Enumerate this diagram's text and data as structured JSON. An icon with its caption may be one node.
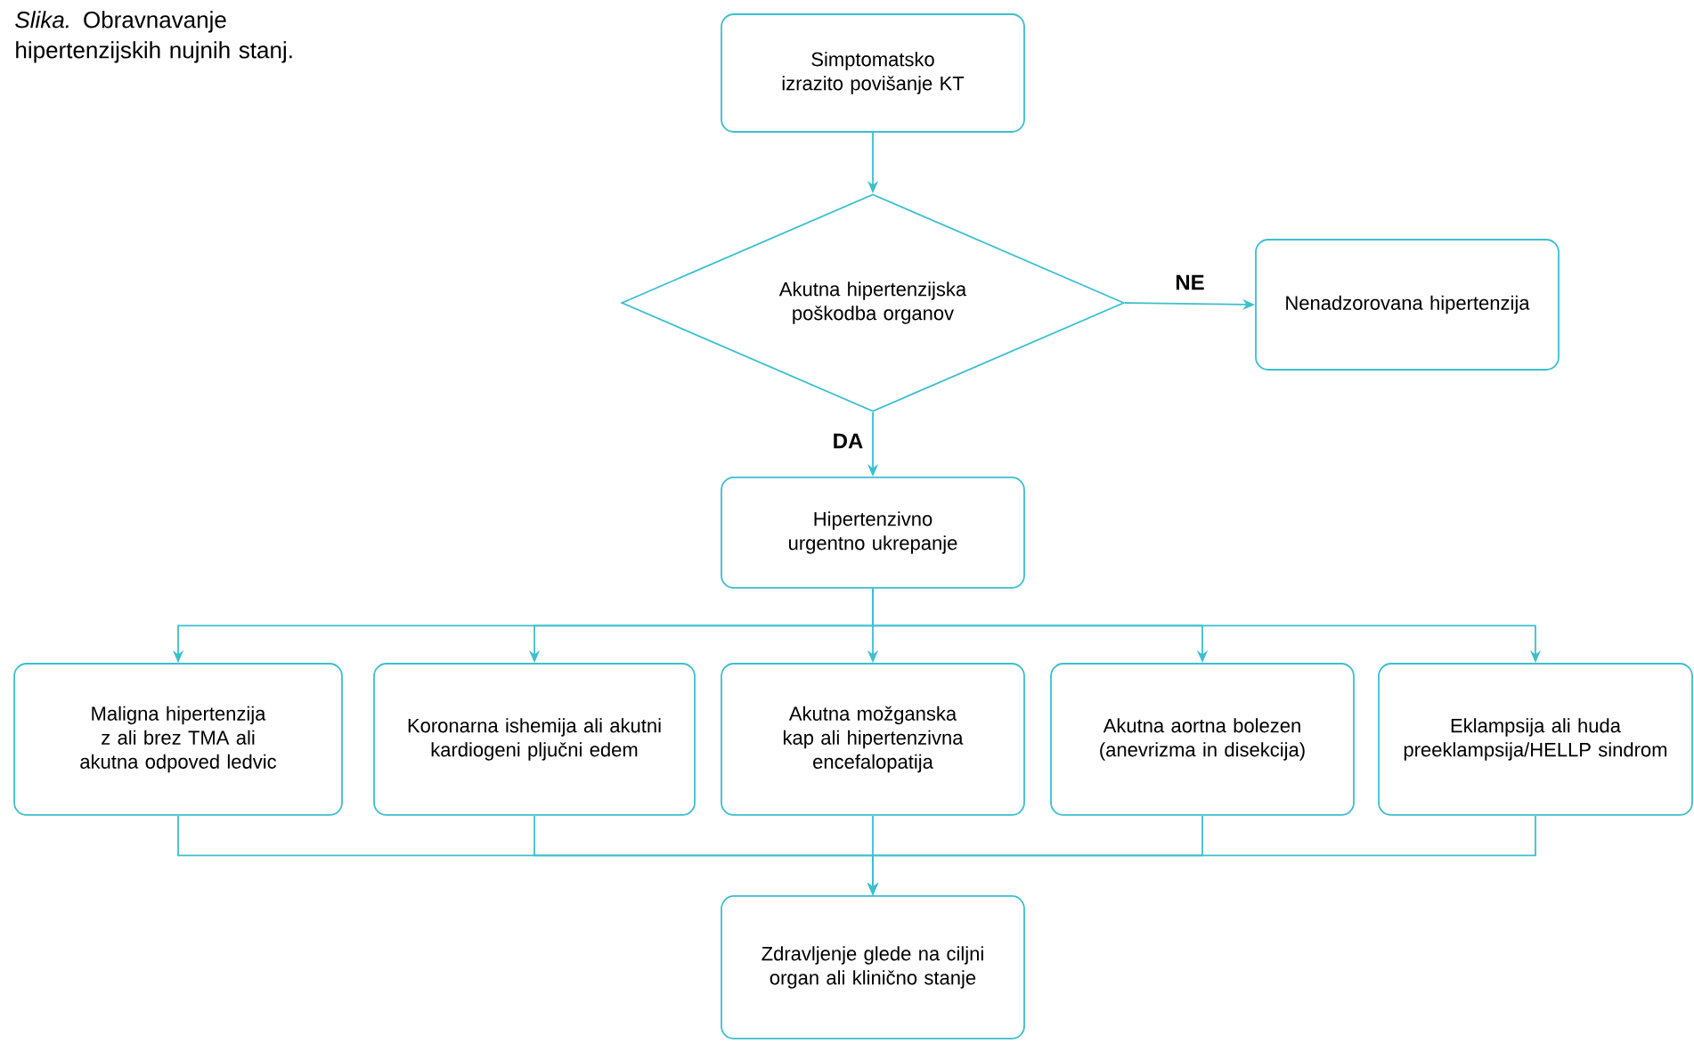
{
  "diagram": {
    "caption": "*Slika.* Obravnavanje hipertenzijskih nujnih stanj.",
    "nodes": [
      {
        "text": [
          "Simptomatsko izrazito povišanje KT"
        ]
      },
      {
        "text": [
          "Akutna hipertenzijska poškodba organov"
        ]
      },
      {
        "text": [
          "Nenadzorovana hipertenzija"
        ]
      },
      {
        "text": [
          "Hipertenzivno urgentno ukrepanje"
        ]
      },
      {
        "text": [
          "Maligna hipertenzija z ali brez TMA ali akutna odpoved ledvic"
        ]
      },
      {
        "text": [
          "Koronarna ishemija ali akutni kardiogeni pljučni edem"
        ]
      },
      {
        "text": [
          "Akutna možganska kap ali hipertenzivna encefalopatija"
        ]
      },
      {
        "text": [
          "Akutna aortna bolezen (anevrizma in disekcija)"
        ]
      },
      {
        "text": [
          "Eklampsija ali huda preeklampsija/HELLP sindrom"
        ]
      },
      {
        "text": [
          "Zdravljenje glede na ciljni organ ali klinično stanje"
        ]
      }
    ],
    "edges": [
      {
        "from": 0,
        "to": 1,
        "arrow": "to"
      },
      {
        "from": 1,
        "to": 2,
        "arrow": "to",
        "label": "NE"
      },
      {
        "from": 1,
        "to": 3,
        "arrow": "to",
        "label": "DA"
      },
      {
        "from": 3,
        "to": 4,
        "arrow": "to"
      },
      {
        "from": 3,
        "to": 5,
        "arrow": "to"
      },
      {
        "from": 3,
        "to": 6,
        "arrow": "to"
      },
      {
        "from": 3,
        "to": 7,
        "arrow": "to"
      },
      {
        "from": 3,
        "to": 8,
        "arrow": "to"
      },
      {
        "from": 4,
        "to": 9,
        "arrow": "to"
      },
      {
        "from": 5,
        "to": 9,
        "arrow": "to"
      },
      {
        "from": 6,
        "to": 9,
        "arrow": "to"
      },
      {
        "from": 7,
        "to": 9,
        "arrow": "to"
      },
      {
        "from": 8,
        "to": 9,
        "arrow": "to"
      }
    ]
  }
}
